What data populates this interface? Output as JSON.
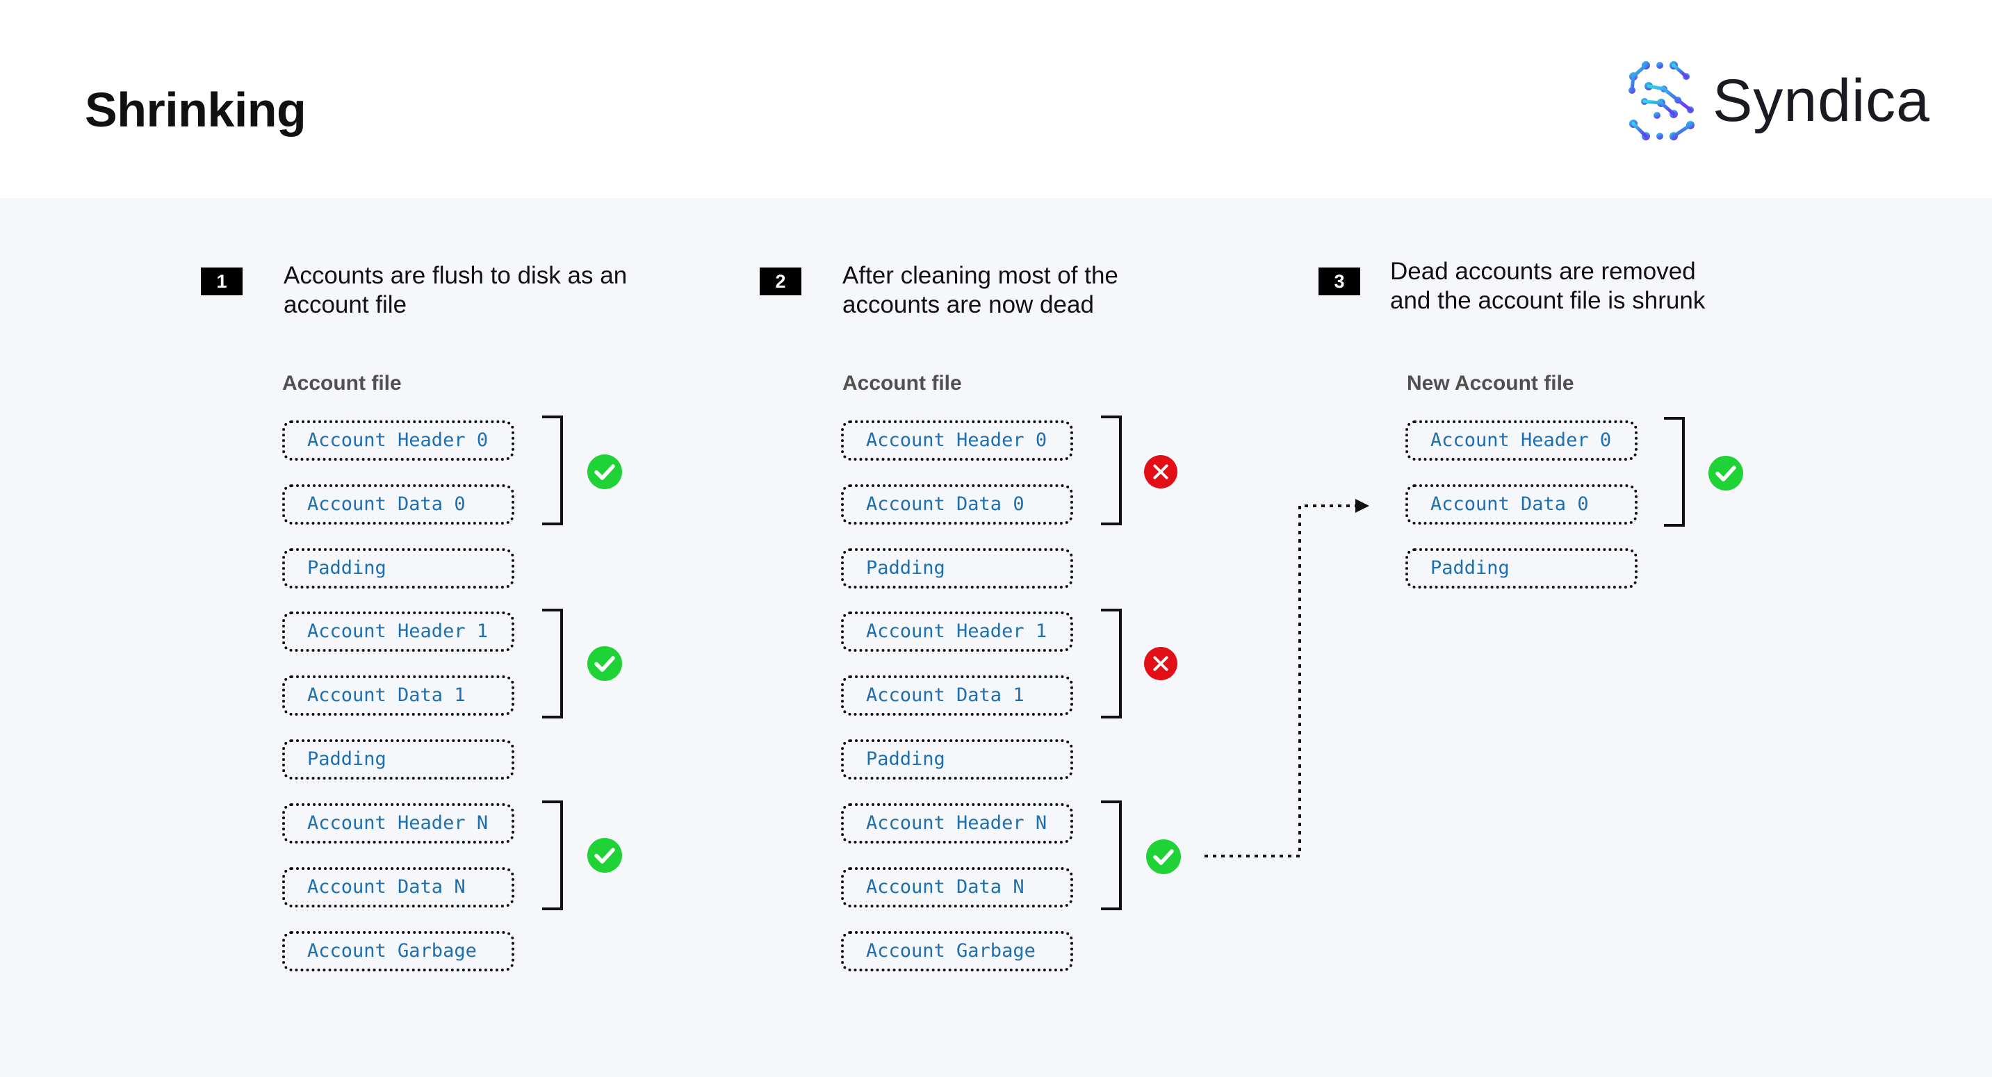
{
  "header": {
    "title": "Shrinking",
    "logo_text": "Syndica"
  },
  "colors": {
    "ok": "#1fd336",
    "dead": "#e30f17",
    "mono_text": "#1d6fb0"
  },
  "steps": [
    {
      "number": "1",
      "text_lines": [
        "Accounts are flush to disk as an",
        "account file"
      ],
      "file_title": "Account file",
      "boxes": [
        "Account Header 0",
        "Account Data 0",
        "Padding",
        "Account Header 1",
        "Account Data 1",
        "Padding",
        "Account Header N",
        "Account Data N",
        "Account Garbage"
      ],
      "group_status": [
        "check-icon",
        "check-icon",
        "check-icon"
      ]
    },
    {
      "number": "2",
      "text_lines": [
        "After cleaning most of the",
        "accounts are now dead"
      ],
      "file_title": "Account file",
      "boxes": [
        "Account Header 0",
        "Account Data 0",
        "Padding",
        "Account Header 1",
        "Account Data 1",
        "Padding",
        "Account Header N",
        "Account Data N",
        "Account Garbage"
      ],
      "group_status": [
        "x-icon",
        "x-icon",
        "check-icon"
      ]
    },
    {
      "number": "3",
      "text_lines": [
        "Dead accounts are removed",
        "and the account file is shrunk"
      ],
      "file_title": "New Account file",
      "boxes": [
        "Account Header 0",
        "Account Data 0",
        "Padding"
      ],
      "group_status": [
        "check-icon"
      ]
    }
  ]
}
